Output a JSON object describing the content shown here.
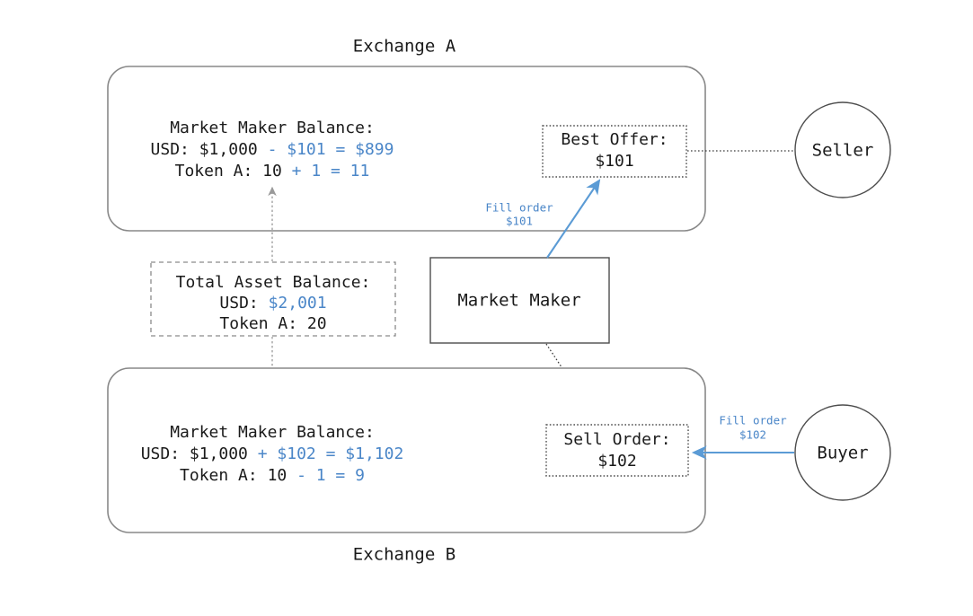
{
  "diagram": {
    "title_top": "Exchange A",
    "title_bottom": "Exchange B",
    "accent_blue": "#4a86c8",
    "arrow_blue": "#5b9bd5",
    "text_black": "#1a1a1a"
  },
  "exchange_a": {
    "label": "Exchange A",
    "balance": {
      "heading": "Market Maker Balance:",
      "usd_prefix": "USD: $1,000",
      "usd_delta": " - $101 = $899",
      "token_prefix": "Token A: 10",
      "token_delta": " + 1 = 11"
    },
    "order": {
      "line1": "Best Offer:",
      "line2": "$101"
    }
  },
  "exchange_b": {
    "label": "Exchange B",
    "balance": {
      "heading": "Market Maker Balance:",
      "usd_prefix": "USD: $1,000",
      "usd_delta": " + $102 = $1,102",
      "token_prefix": "Token A: 10",
      "token_delta": " - 1 = 9"
    },
    "order": {
      "line1": "Sell Order:",
      "line2": "$102"
    }
  },
  "total_assets": {
    "heading": "Total Asset Balance:",
    "usd_label": "USD: ",
    "usd_value": "$2,001",
    "token_line": "Token A: 20"
  },
  "market_maker": {
    "label": "Market Maker"
  },
  "parties": {
    "seller": "Seller",
    "buyer": "Buyer"
  },
  "flows": {
    "fill_order_top_line1": "Fill order",
    "fill_order_top_line2": "$101",
    "fill_order_bottom_line1": "Fill order",
    "fill_order_bottom_line2": "$102"
  }
}
